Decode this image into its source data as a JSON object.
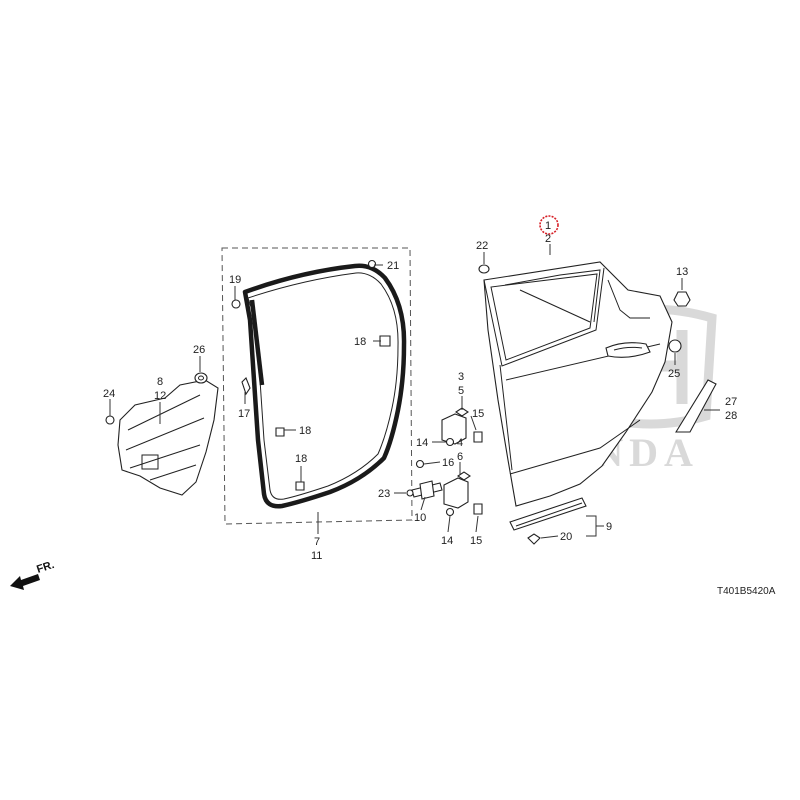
{
  "watermark": {
    "brand": "HONDA",
    "color": "#d9d9d9"
  },
  "diagram": {
    "code": "T401B5420A",
    "direction_label": "FR.",
    "highlight_color": "#d61f26",
    "callouts": {
      "c1": "1",
      "c2": "2",
      "c3": "3",
      "c4": "4",
      "c5": "5",
      "c6": "6",
      "c7": "7",
      "c8": "8",
      "c9": "9",
      "c10": "10",
      "c11": "11",
      "c12": "12",
      "c13": "13",
      "c14a": "14",
      "c14b": "14",
      "c15a": "15",
      "c15b": "15",
      "c16": "16",
      "c17": "17",
      "c18a": "18",
      "c18b": "18",
      "c18c": "18",
      "c19": "19",
      "c20": "20",
      "c21": "21",
      "c22": "22",
      "c23": "23",
      "c24": "24",
      "c25": "25",
      "c26": "26",
      "c27": "27",
      "c28": "28"
    }
  }
}
